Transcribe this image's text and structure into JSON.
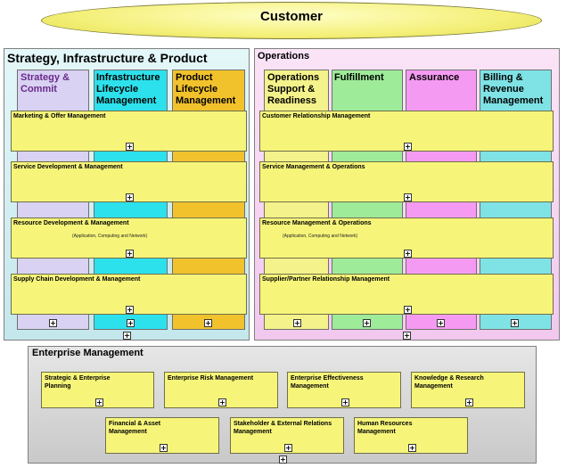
{
  "customer": {
    "label": "Customer"
  },
  "sip": {
    "title": "Strategy, Infrastructure & Product",
    "columns": [
      {
        "label_lines": [
          "Strategy &",
          "Commit"
        ],
        "color": "#d9d2f3",
        "label_color": "#6a2a8a"
      },
      {
        "label_lines": [
          "Infrastructure",
          "Lifecycle",
          "Management"
        ],
        "color": "#2de1ec",
        "label_color": "#000000"
      },
      {
        "label_lines": [
          "Product",
          "Lifecycle",
          "Management"
        ],
        "color": "#f2c22c",
        "label_color": "#000000"
      }
    ],
    "rows": [
      {
        "label": "Marketing & Offer Management",
        "sub": ""
      },
      {
        "label": "Service Development & Management",
        "sub": ""
      },
      {
        "label": "Resource Development & Management",
        "sub": "(Application, Computing and Network)"
      },
      {
        "label": "Supply Chain Development & Management",
        "sub": ""
      }
    ]
  },
  "ops": {
    "title": "Operations",
    "columns": [
      {
        "label_lines": [
          "Operations",
          "Support &",
          "Readiness"
        ],
        "color": "#f4f28a",
        "label_color": "#000000"
      },
      {
        "label_lines": [
          "Fulfillment"
        ],
        "color": "#9eeb9a",
        "label_color": "#000000"
      },
      {
        "label_lines": [
          "Assurance"
        ],
        "color": "#f59af2",
        "label_color": "#000000"
      },
      {
        "label_lines": [
          "Billing &",
          "Revenue",
          "Management"
        ],
        "color": "#7fe3e6",
        "label_color": "#000000"
      }
    ],
    "rows": [
      {
        "label": "Customer Relationship Management",
        "sub": ""
      },
      {
        "label": "Service Management & Operations",
        "sub": ""
      },
      {
        "label": "Resource Management & Operations",
        "sub": "(Application, Computing and Network)"
      },
      {
        "label": "Supplier/Partner Relationship Management",
        "sub": ""
      }
    ]
  },
  "enterprise": {
    "title": "Enterprise Management",
    "boxes_row1": [
      {
        "label": "Strategic & Enterprise Planning"
      },
      {
        "label": "Enterprise Risk Management"
      },
      {
        "label": "Enterprise Effectiveness Management"
      },
      {
        "label": "Knowledge & Research Management"
      }
    ],
    "boxes_row2": [
      {
        "label": "Financial & Asset Management"
      },
      {
        "label": "Stakeholder & External Relations Management"
      },
      {
        "label": "Human Resources Management"
      }
    ]
  },
  "icons": {
    "expand": "plus-box-icon",
    "expand_glyph": "+"
  }
}
